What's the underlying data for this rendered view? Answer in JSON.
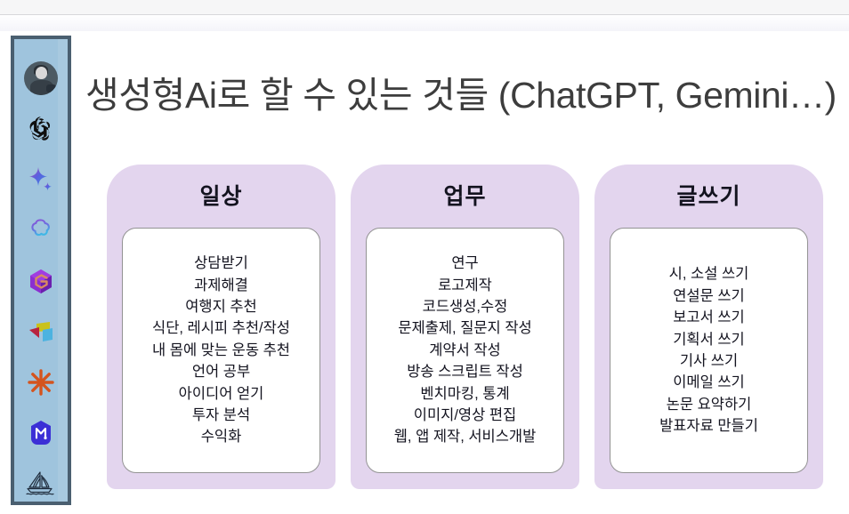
{
  "window": {
    "top_strip": "",
    "sub_strip": ""
  },
  "sidebar": {
    "name": "ai-app-rail",
    "items": [
      {
        "icon": "user-avatar-icon",
        "label": "Profile"
      },
      {
        "icon": "openai-chatgpt-icon",
        "label": "ChatGPT"
      },
      {
        "icon": "gemini-sparkle-icon",
        "label": "Gemini"
      },
      {
        "icon": "genspark-cloud-icon",
        "label": "Genspark"
      },
      {
        "icon": "gamma-cube-icon",
        "label": "Gamma"
      },
      {
        "icon": "napkin-box-icon",
        "label": "Napkin"
      },
      {
        "icon": "claude-asterisk-icon",
        "label": "Claude"
      },
      {
        "icon": "miro-hexagon-m-icon",
        "label": "Miro"
      },
      {
        "icon": "midjourney-sailboat-icon",
        "label": "Midjourney"
      }
    ]
  },
  "slide": {
    "title": "생성형Ai로 할 수 있는 것들 (ChatGPT, Gemini…)",
    "cards": [
      {
        "title": "일상",
        "items": [
          "상담받기",
          "과제해결",
          "여행지 추천",
          "식단, 레시피 추천/작성",
          "내 몸에 맞는 운동 추천",
          "언어 공부",
          "아이디어 얻기",
          "투자 분석",
          "수익화"
        ]
      },
      {
        "title": "업무",
        "items": [
          "연구",
          "로고제작",
          "코드생성,수정",
          "문제출제, 질문지 작성",
          "계약서 작성",
          "방송 스크립트 작성",
          "벤치마킹, 통계",
          "이미지/영상 편집",
          "웹, 앱 제작, 서비스개발"
        ]
      },
      {
        "title": "글쓰기",
        "items": [
          "시, 소설 쓰기",
          "연설문 쓰기",
          "보고서 쓰기",
          "기획서 쓰기",
          "기사 쓰기",
          "이메일 쓰기",
          "논문 요약하기",
          "발표자료 만들기"
        ]
      }
    ]
  },
  "colors": {
    "card_background": "#e3d5ee",
    "rail_fill": "#9fc4dd",
    "rail_border": "#4a5f70",
    "title_text": "#3d3d3d",
    "body_text": "#13131f"
  }
}
